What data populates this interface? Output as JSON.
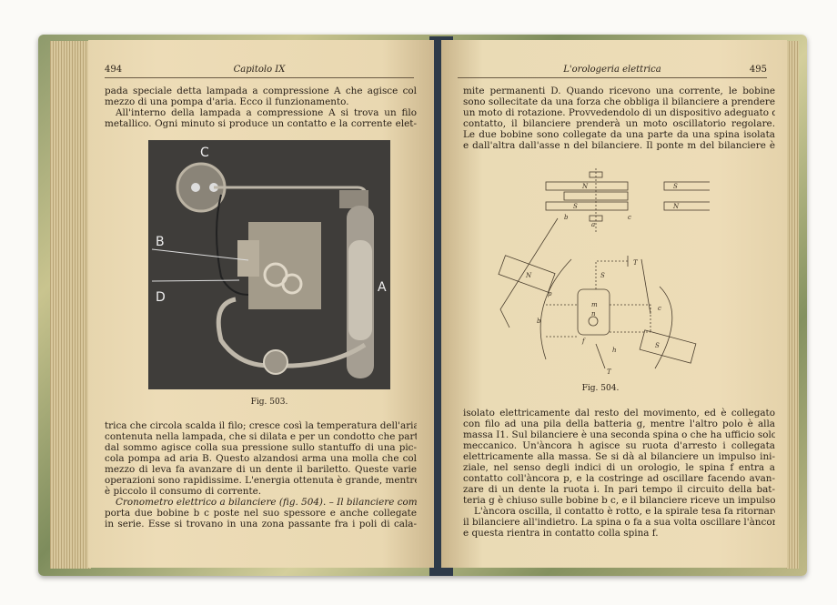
{
  "left_page": {
    "page_number": "494",
    "running_head": "Capitolo IX",
    "top_lines": [
      "pada speciale detta lampada a compressione A che agisce col",
      "mezzo di una pompa d'aria. Ecco il funzionamento.",
      "All'interno della lampada a compressione A si trova un filo",
      "metallico. Ogni minuto si produce un contatto e la corrente elet-"
    ],
    "figure": {
      "labels": [
        "C",
        "B",
        "D",
        "A"
      ],
      "caption": "Fig. 503."
    },
    "bottom_lines": [
      "trica che circola scalda il filo; cresce così la temperatura dell'aria",
      "contenuta nella lampada, che si dilata e per un condotto che parte",
      "dal sommo agisce colla sua pressione sullo stantuffo di una pic-",
      "cola pompa ad aria B. Questo alzandosi arma una molla che col",
      "mezzo di leva fa avanzare di un dente il bariletto. Queste varie",
      "operazioni sono rapidissime. L'energia ottenuta è grande, mentre",
      "è piccolo il consumo di corrente.",
      "Cronometro elettrico a bilanciere (fig. 504). – Il bilanciere com-",
      "porta due bobine b c poste nel suo spessore e anche collegate",
      "in serie. Esse si trovano in una zona passante fra i poli di cala-"
    ]
  },
  "right_page": {
    "page_number": "495",
    "running_head": "L'orologeria elettrica",
    "top_lines": [
      "mite permanenti D. Quando ricevono una corrente, le bobine",
      "sono sollecitate da una forza che obbliga il bilanciere a prendere",
      "un moto di rotazione. Provvedendolo di un dispositivo adeguato di",
      "contatto, il bilanciere prenderà un moto oscillatorio regolare.",
      "Le due bobine sono collegate da una parte da una spina isolata",
      "e dall'altra dall'asse n del bilanciere. Il ponte m del bilanciere è"
    ],
    "figure": {
      "labels": [
        "N",
        "S",
        "S",
        "N",
        "b",
        "a",
        "c",
        "T",
        "S",
        "N",
        "p",
        "m",
        "n",
        "b",
        "c",
        "S",
        "f",
        "h",
        "T"
      ],
      "caption": "Fig. 504."
    },
    "bottom_lines": [
      "isolato elettricamente dal resto del movimento, ed è collegato",
      "con filo ad una pila della batteria g, mentre l'altro polo è alla",
      "massa I1. Sul bilanciere è una seconda spina o che ha ufficio solo",
      "meccanico. Un'àncora h agisce su ruota d'arresto i collegata",
      "elettricamente alla massa. Se si dà al bilanciere un impulso ini-",
      "ziale, nel senso degli indici di un orologio, le spina f entra a",
      "contatto coll'àncora p, e la costringe ad oscillare facendo avan-",
      "zare di un dente la ruota i. In pari tempo il circuito della bat-",
      "teria g è chiuso sulle bobine b c, e il bilanciere riceve un impulso.",
      "L'àncora oscilla, il contatto è rotto, e la spirale tesa fa ritornare",
      "il bilanciere all'indietro. La spina o fa a sua volta oscillare l'àncora",
      "e questa rientra in contatto colla spina f."
    ]
  }
}
